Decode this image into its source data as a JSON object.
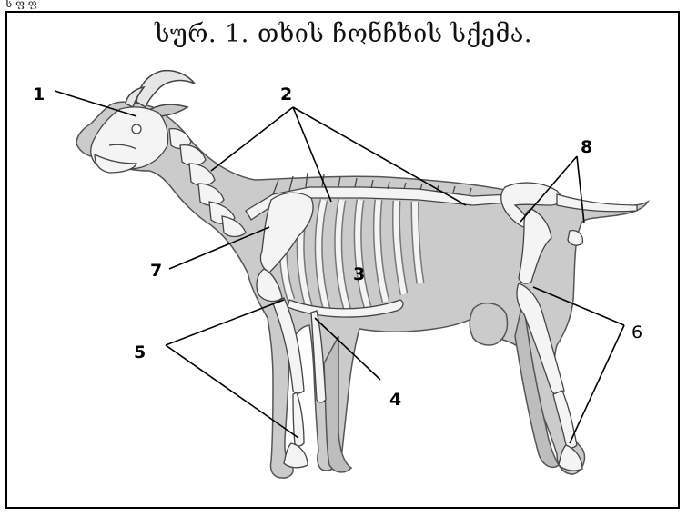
{
  "caption": "სურ. 1. თხის ჩონჩხის სქემა.",
  "top_cut_text": "ს ფ ფ",
  "labels": {
    "n1": "1",
    "n2": "2",
    "n3": "3",
    "n4": "4",
    "n5": "5",
    "n6": "6",
    "n7": "7",
    "n8": "8"
  },
  "colors": {
    "body_fill": "#cbcbcb",
    "bone_fill": "#f4f4f4",
    "outline": "#555555",
    "leader": "#000000"
  }
}
